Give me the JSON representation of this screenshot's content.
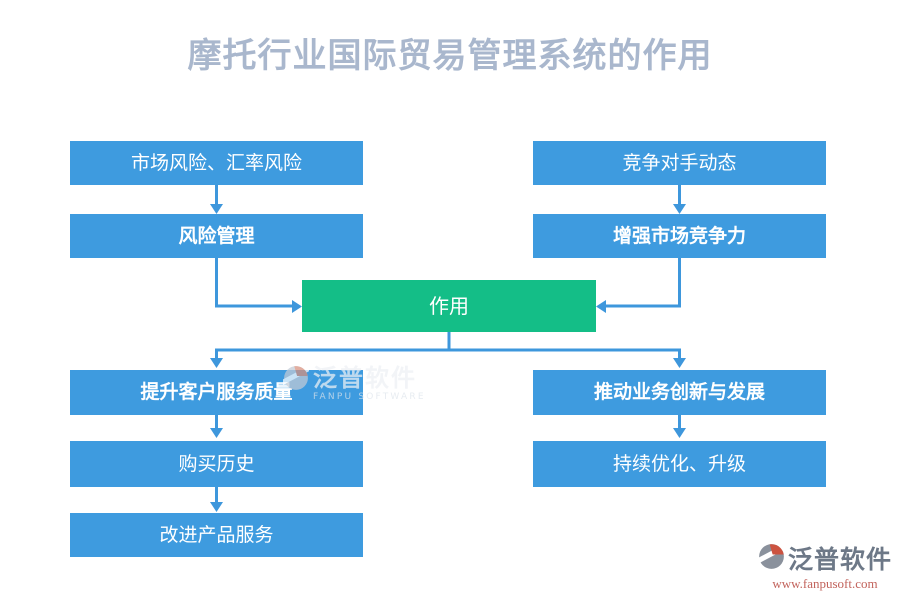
{
  "title": "摩托行业国际贸易管理系统的作用",
  "colors": {
    "box-blue": "#3E9BDF",
    "box-green": "#14BE87",
    "connector": "#3E97DC",
    "title-color": "#A9B7CD",
    "url-red": "#C2635C",
    "logo-orange": "#CC5340",
    "logo-gray": "#8A919C"
  },
  "nodes": {
    "market_risk": {
      "label": "市场风险、汇率风险"
    },
    "risk_management": {
      "label": "风险管理"
    },
    "competitor_dynamics": {
      "label": "竞争对手动态"
    },
    "market_competitiveness": {
      "label": "增强市场竞争力"
    },
    "role": {
      "label": "作用"
    },
    "service_quality": {
      "label": "提升客户服务质量"
    },
    "purchase_history": {
      "label": "购买历史"
    },
    "improve_products": {
      "label": "改进产品服务"
    },
    "business_innovation": {
      "label": "推动业务创新与发展"
    },
    "continuous_optimization": {
      "label": "持续优化、升级"
    }
  },
  "watermark_center": {
    "brand": "泛普软件",
    "brand_en": "FANPU SOFTWARE"
  },
  "watermark_footer": {
    "brand": "泛普软件",
    "url": "www.fanpusoft.com"
  }
}
